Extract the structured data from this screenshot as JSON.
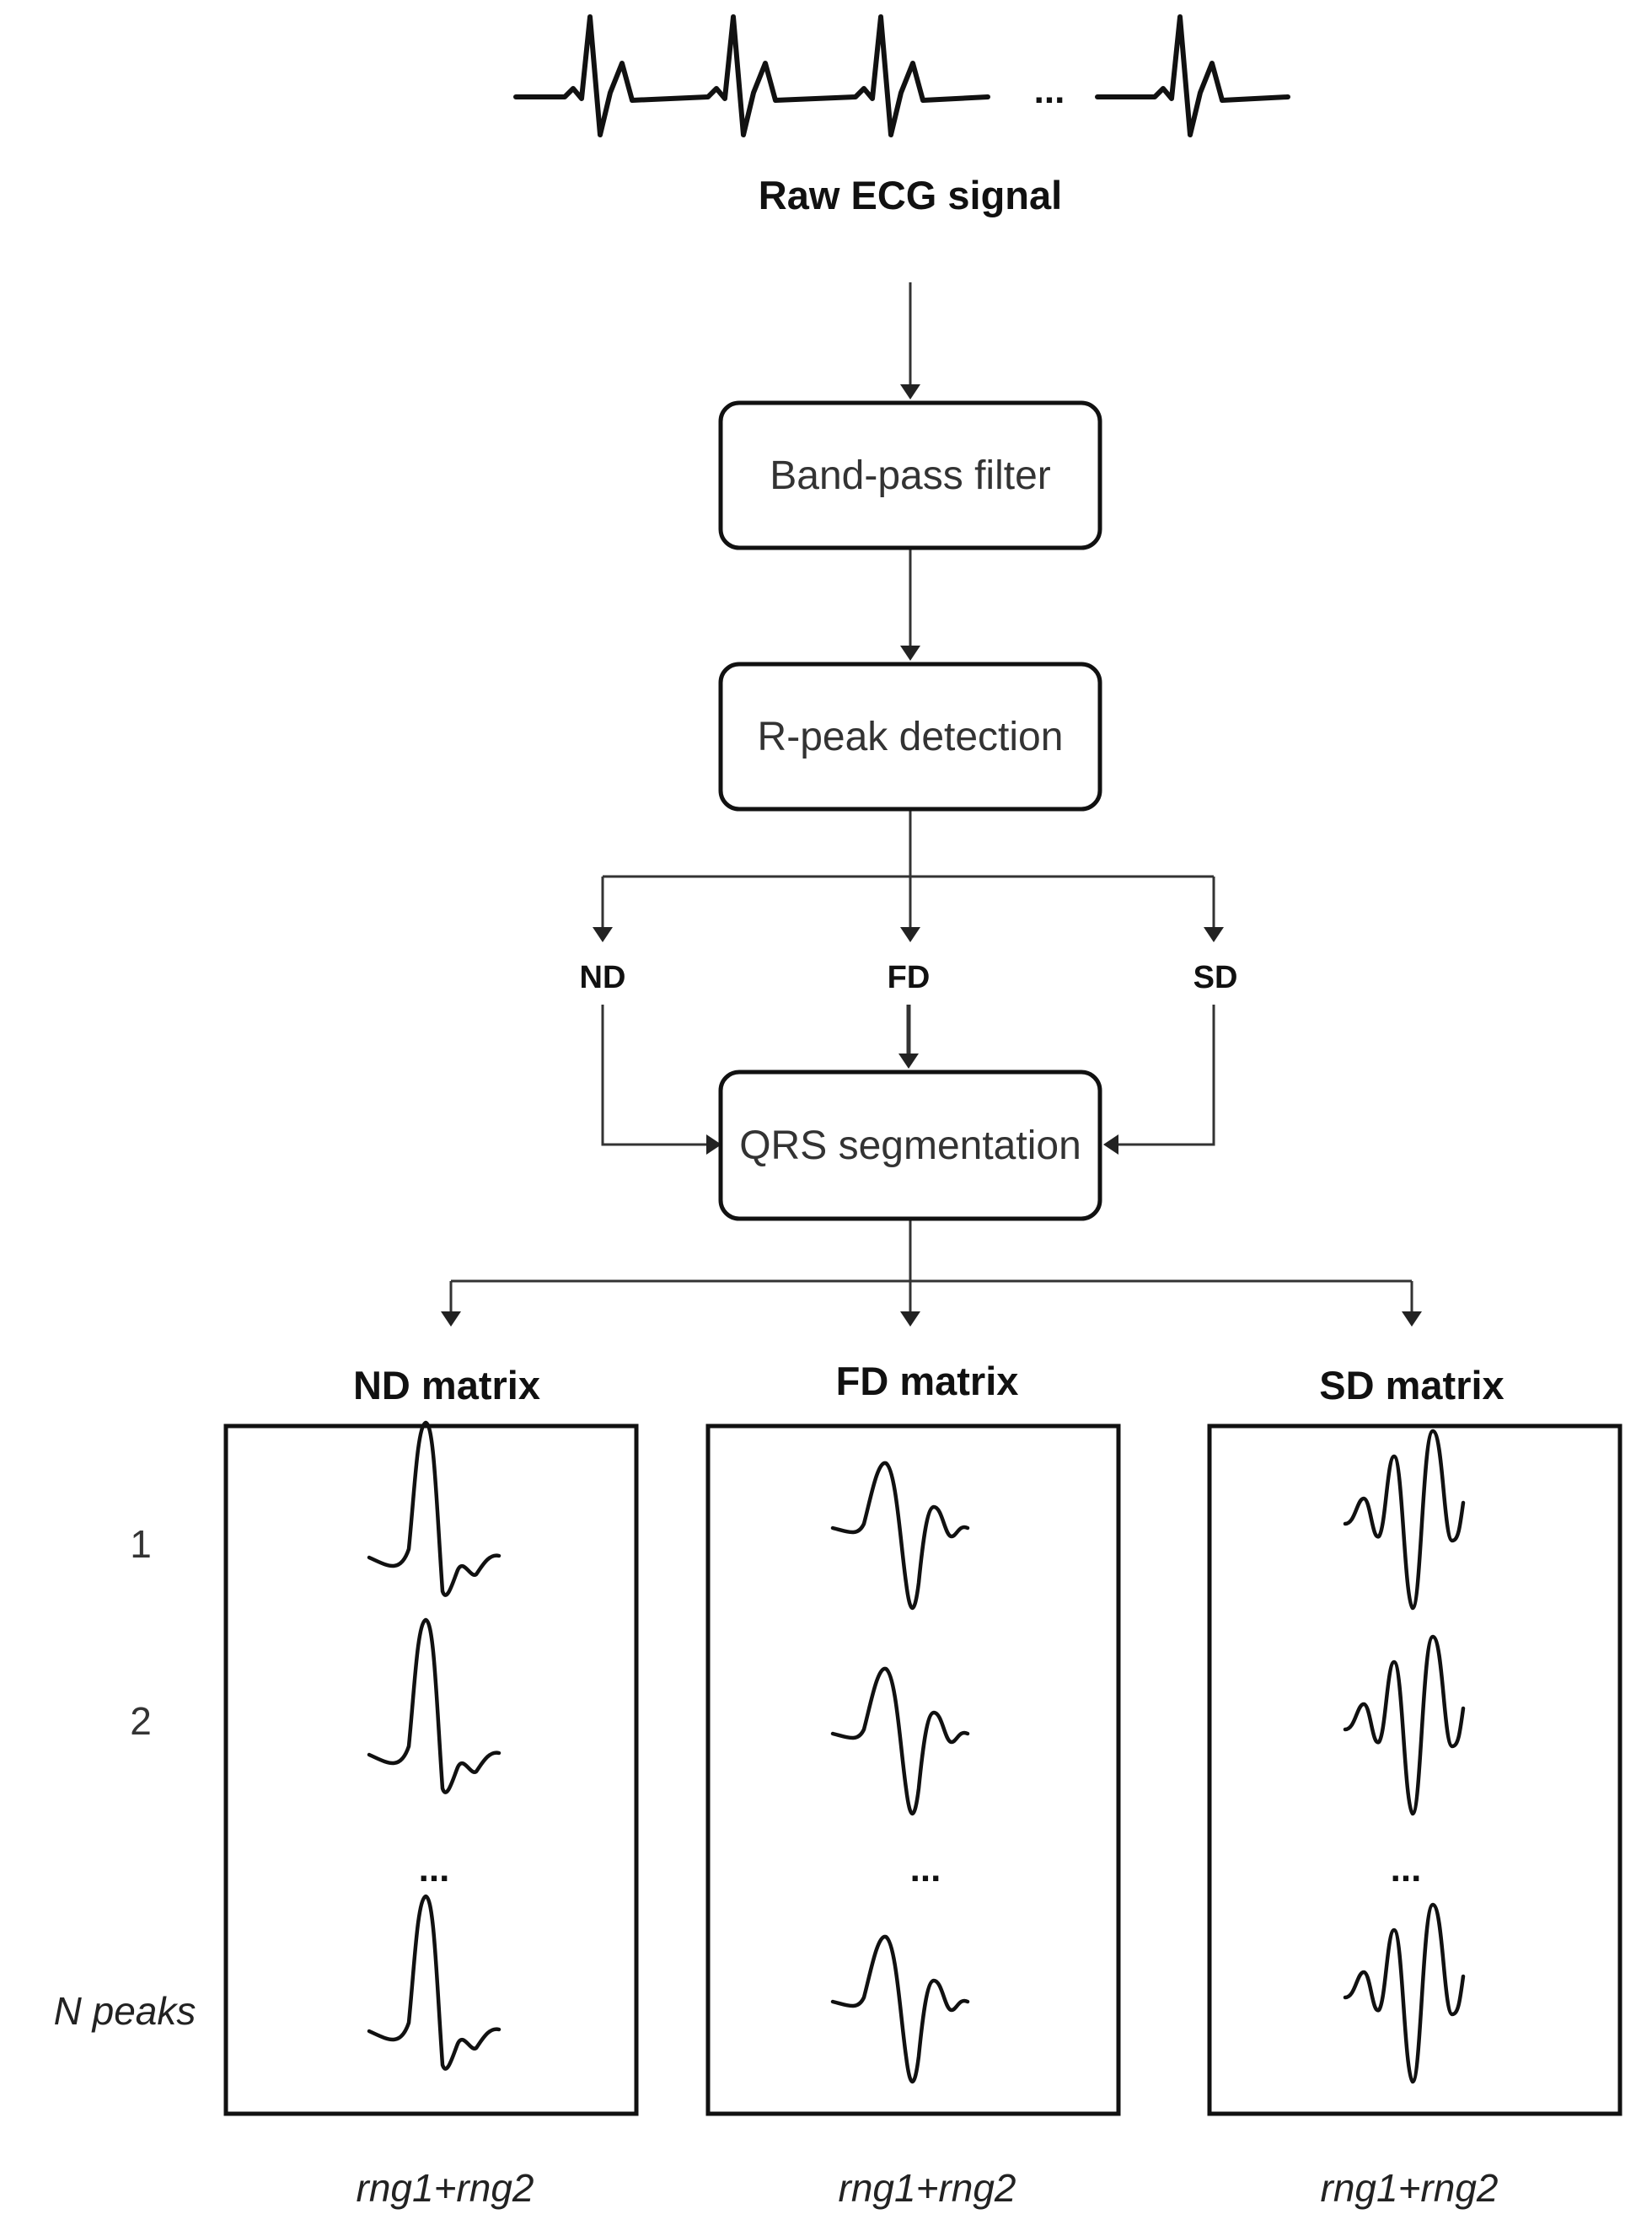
{
  "title": "Raw ECG signal",
  "signal_ellipsis": "...",
  "steps": [
    {
      "id": "band-pass-filter",
      "label": "Band-pass filter"
    },
    {
      "id": "r-peak-detection",
      "label": "R-peak detection"
    },
    {
      "id": "qrs-segmentation",
      "label": "QRS segmentation"
    }
  ],
  "branches": [
    {
      "id": "nd",
      "label": "ND"
    },
    {
      "id": "fd",
      "label": "FD"
    },
    {
      "id": "sd",
      "label": "SD"
    }
  ],
  "matrices": [
    {
      "id": "nd",
      "title": "ND matrix",
      "waveform": "normal",
      "footer": "rng1+rng2"
    },
    {
      "id": "fd",
      "title": "FD matrix",
      "waveform": "first-derivative",
      "footer": "rng1+rng2"
    },
    {
      "id": "sd",
      "title": "SD matrix",
      "waveform": "second-derivative",
      "footer": "rng1+rng2"
    }
  ],
  "row_labels": [
    "1",
    "2",
    "N peaks"
  ],
  "matrix_ellipsis": "..."
}
